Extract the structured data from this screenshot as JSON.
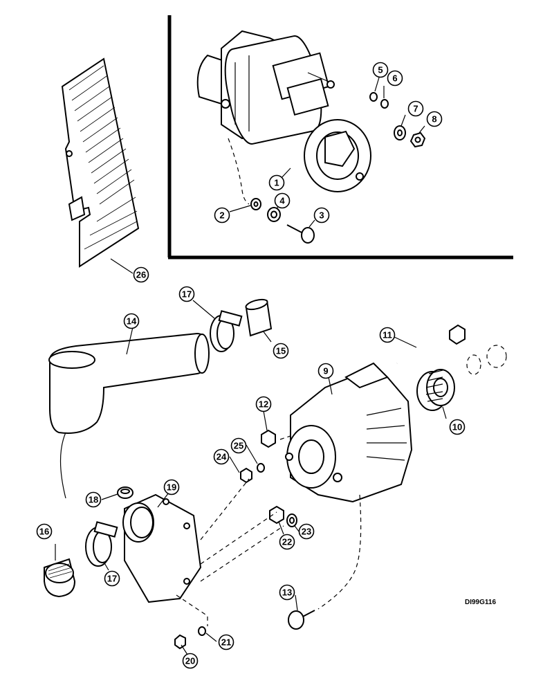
{
  "figure": {
    "reference_code": "DI99G116",
    "callouts": [
      {
        "id": "c1",
        "label": "1"
      },
      {
        "id": "c2",
        "label": "2"
      },
      {
        "id": "c3",
        "label": "3"
      },
      {
        "id": "c4",
        "label": "4"
      },
      {
        "id": "c5",
        "label": "5"
      },
      {
        "id": "c6",
        "label": "6"
      },
      {
        "id": "c7",
        "label": "7"
      },
      {
        "id": "c8",
        "label": "8"
      },
      {
        "id": "c9",
        "label": "9"
      },
      {
        "id": "c10",
        "label": "10"
      },
      {
        "id": "c11",
        "label": "11"
      },
      {
        "id": "c12",
        "label": "12"
      },
      {
        "id": "c13",
        "label": "13"
      },
      {
        "id": "c14",
        "label": "14"
      },
      {
        "id": "c15",
        "label": "15"
      },
      {
        "id": "c16",
        "label": "16"
      },
      {
        "id": "c17a",
        "label": "17"
      },
      {
        "id": "c17b",
        "label": "17"
      },
      {
        "id": "c18",
        "label": "18"
      },
      {
        "id": "c19",
        "label": "19"
      },
      {
        "id": "c20",
        "label": "20"
      },
      {
        "id": "c21",
        "label": "21"
      },
      {
        "id": "c22",
        "label": "22"
      },
      {
        "id": "c23",
        "label": "23"
      },
      {
        "id": "c24",
        "label": "24"
      },
      {
        "id": "c25",
        "label": "25"
      },
      {
        "id": "c26",
        "label": "26"
      }
    ]
  }
}
